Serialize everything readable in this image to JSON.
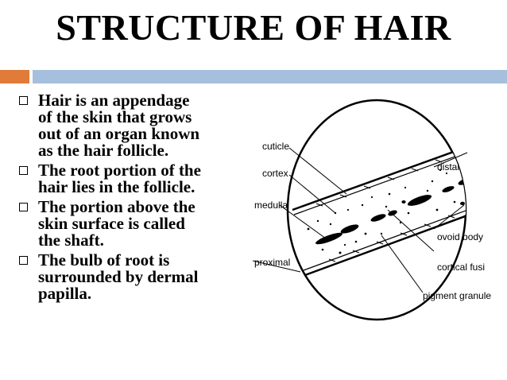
{
  "slide": {
    "title": "STRUCTURE OF HAIR",
    "accent_colors": {
      "orange": "#e07b39",
      "blue": "#a6bfdc"
    }
  },
  "bullets": [
    {
      "line1": "Hair is an appendage",
      "line2": "of the skin that grows",
      "line3": "out of an organ known",
      "line4": "as the hair follicle."
    },
    {
      "line1": "The root portion of the",
      "line2": "hair lies in the follicle."
    },
    {
      "line1": "The portion above the",
      "line2": "skin surface is called",
      "line3": "the shaft."
    },
    {
      "line1": "The bulb of root is",
      "line2": "surrounded by dermal",
      "line3": "papilla."
    }
  ],
  "diagram": {
    "labels": {
      "cuticle": "cuticle",
      "cortex": "cortex",
      "medulla": "medulla",
      "proximal": "proximal",
      "distal": "distal",
      "ovoid_body": "ovoid body",
      "cortical_fusi": "cortical fusi",
      "pigment_granule": "pigment granule"
    }
  }
}
